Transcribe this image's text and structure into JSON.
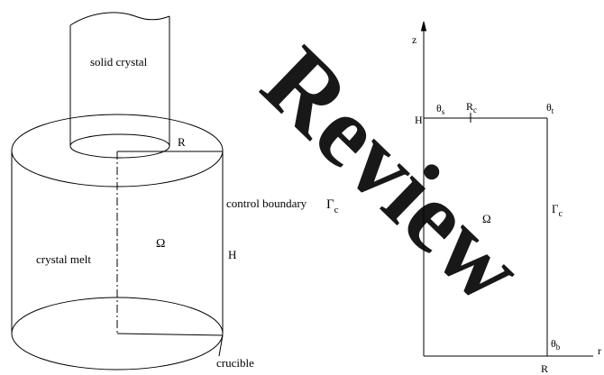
{
  "watermark": {
    "text": "Review",
    "color": "#29b6f6"
  },
  "left_figure": {
    "solid_crystal_label": "solid crystal",
    "crystal_melt_label": "crystal melt",
    "omega_label": "Ω",
    "radius_label": "R",
    "height_label": "H",
    "control_boundary_label": "control boundary",
    "gamma_label": "Γ",
    "gamma_sub": "c",
    "crucible_label": "crucible"
  },
  "right_figure": {
    "z_axis_label": "z",
    "r_axis_label": "r",
    "h_label": "H",
    "theta_s": {
      "main": "θ",
      "sub": "s"
    },
    "r_c": {
      "main": "R",
      "sub": "c"
    },
    "theta_t": {
      "main": "θ",
      "sub": "t"
    },
    "omega_label": "Ω",
    "gamma_c": {
      "main": "Γ",
      "sub": "c"
    },
    "theta_b": {
      "main": "θ",
      "sub": "b"
    },
    "r_label": "R"
  }
}
